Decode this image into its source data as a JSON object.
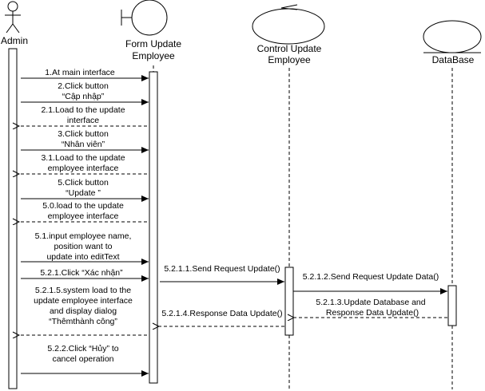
{
  "participants": {
    "admin": "Admin",
    "form_line1": "Form Update",
    "form_line2": "Employee",
    "control_line1": "Control Update",
    "control_line2": "Employee",
    "database": "DataBase"
  },
  "messages": [
    [
      "1.At main interface"
    ],
    [
      "2.Click button",
      "“Cập nhập”"
    ],
    [
      "2.1.Load to the update",
      "interface"
    ],
    [
      "3.Click button",
      "“Nhân viên”"
    ],
    [
      "3.1.Load to the update",
      "employee interface"
    ],
    [
      "5.Click button",
      "“Update ”"
    ],
    [
      "5.0.load to the update",
      "employee interface"
    ],
    [
      "5.1.input employee name,",
      "position want to",
      "update into editText"
    ],
    [
      "5.2.1.Click “Xác nhận”"
    ],
    [
      "5.2.1.5.system load to the",
      "update employee interface",
      "and display dialog",
      "“Thêmthành công”"
    ],
    [
      "5.2.2.Click “Hủy” to",
      "cancel operation"
    ],
    [
      "5.2.1.1.Send Request Update()"
    ],
    [
      "5.2.1.2.Send Request Update Data()"
    ],
    [
      "5.2.1.3.Update Database and",
      "Response Data Update()"
    ],
    [
      "5.2.1.4.Response Data Update()"
    ]
  ]
}
